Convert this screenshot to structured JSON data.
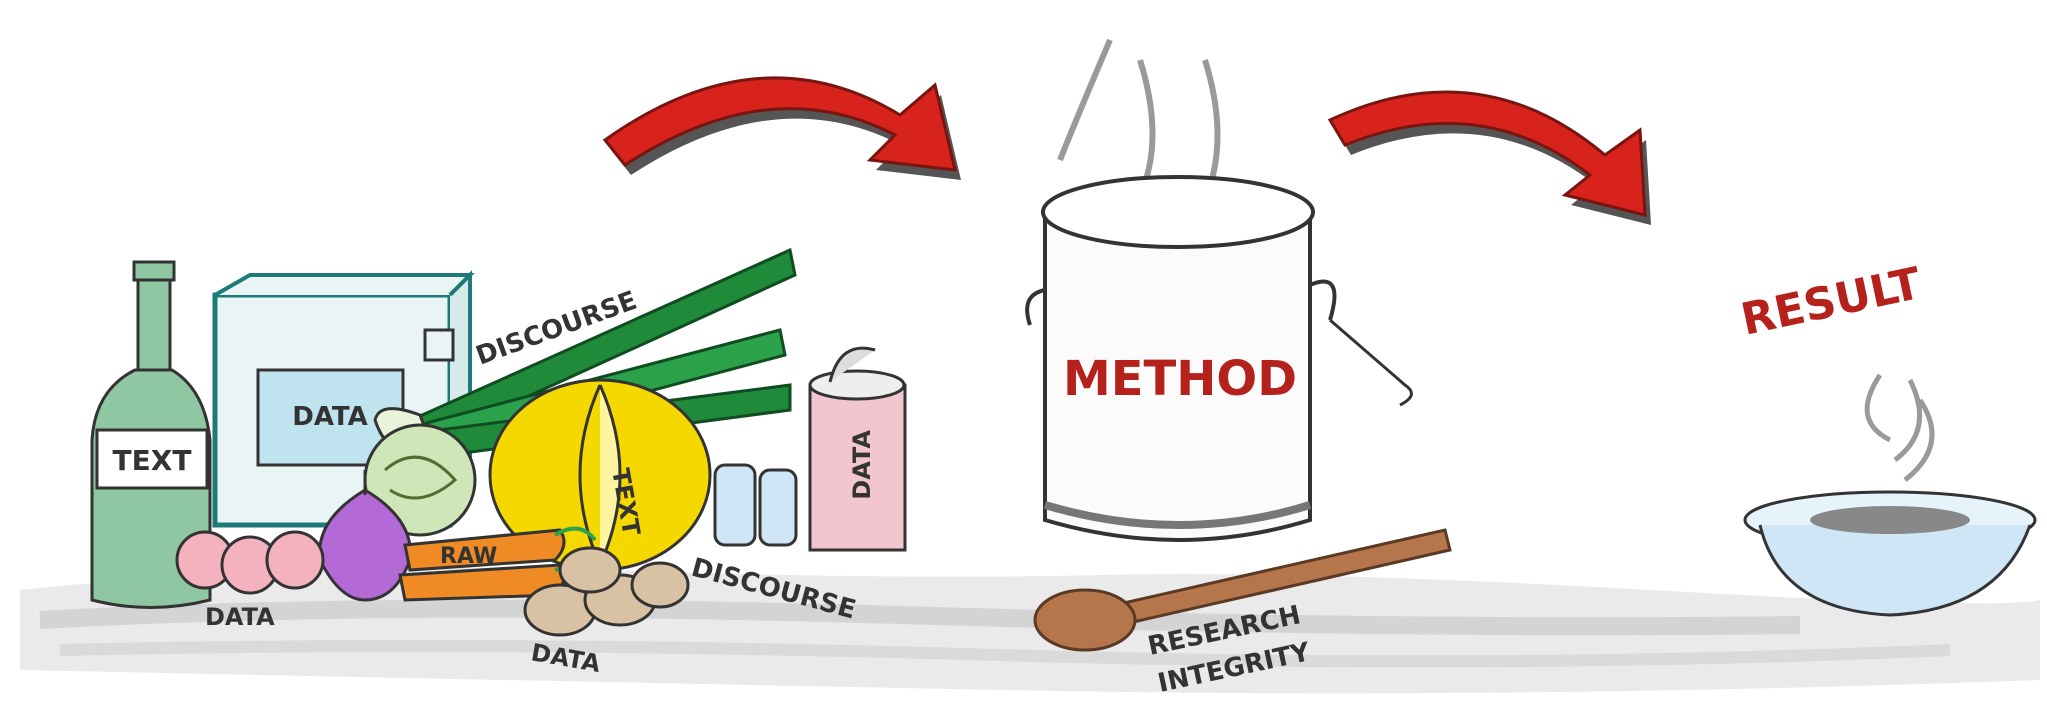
{
  "labels": {
    "text_bottle": "TEXT",
    "data_box": "DATA",
    "discourse_top": "DISCOURSE",
    "text_pumpkin": "TEXT",
    "raw_carrot": "RAW",
    "data_can": "DATA",
    "data_tomatoes": "DATA",
    "data_potatoes": "DATA",
    "discourse_bottom": "DISCOURSE",
    "method": "METHOD",
    "research": "RESEARCH",
    "integrity": "INTEGRITY",
    "result": "RESULT"
  },
  "colors": {
    "arrow": "#d8231c",
    "ink": "#333333",
    "red_label": "#b5221c",
    "bottle": "#8fc7a2",
    "leek_green": "#1e8a3a",
    "pumpkin": "#f5d800",
    "carrot": "#f08a24",
    "onion": "#b36ad6",
    "can_label": "#f2c6cf",
    "cabbage": "#cfe6b8",
    "potato": "#d9c2a3",
    "spoon": "#b5764c",
    "bowl": "#cfe6f6",
    "table_shade": "#b8b8b8"
  }
}
